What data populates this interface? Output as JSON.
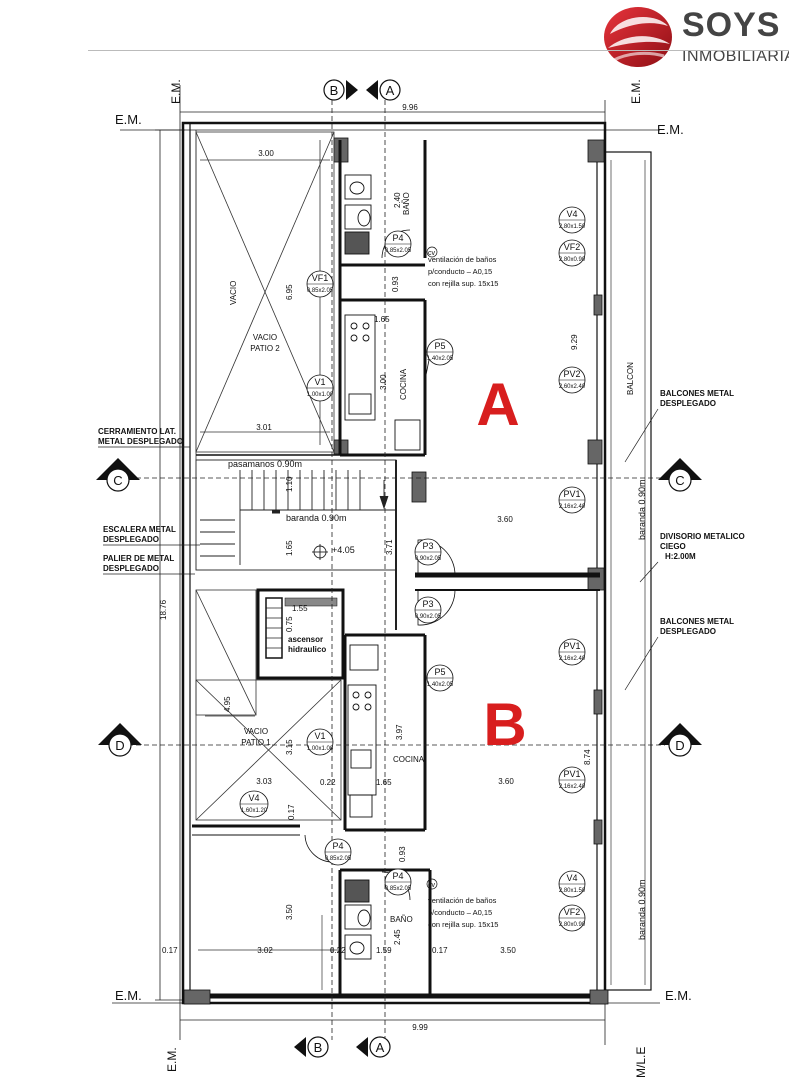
{
  "brand": {
    "name": "SOYS",
    "subtitle": "INMOBILIARIA",
    "color_primary": "#c8202a",
    "color_text": "#444444"
  },
  "units": {
    "a": "A",
    "b": "B",
    "color": "#d81e1e"
  },
  "section_markers": {
    "b": "B",
    "a": "A",
    "c": "C",
    "d": "D"
  },
  "labels": {
    "em": "E.M.",
    "ml": "M/L.E",
    "vacio": "VACIO",
    "vacio_patio2": "VACIO",
    "patio2": "PATIO 2",
    "vacio_patio1": "VACIO",
    "patio1": "PATIO 1",
    "bano_top": "BAÑO",
    "bano_bottom": "BAÑO",
    "cocina_top": "COCINA",
    "cocina_bottom": "COCINA",
    "balcon": "BALCON",
    "baranda_right_top": "baranda 0.90m",
    "baranda_right_bottom": "baranda 0.90m",
    "pasamanos": "pasamanos 0.90m",
    "baranda_stair": "baranda 0.90m",
    "level": "+4.05",
    "ascensor_1": "ascensor",
    "ascensor_2": "hidraulico",
    "vent_top_1": "ventilación de baños",
    "vent_top_2": "p/conducto – A0,15",
    "vent_top_3": "con rejilla sup. 15x15",
    "vent_bot_1": "ventilación de baños",
    "vent_bot_2": "p/conducto – A0,15",
    "vent_bot_3": "con rejilla sup. 15x15",
    "cv_top": "cv",
    "cv_bot": "cv",
    "cerr_1": "CERRAMIENTO LAT.",
    "cerr_2": "METAL DESPLEGADO",
    "esc_1": "ESCALERA METAL",
    "esc_2": "DESPLEGADO",
    "pal_1": "PALIER DE METAL",
    "pal_2": "DESPLEGADO",
    "balc_top_1": "BALCONES METAL",
    "balc_top_2": "DESPLEGADO",
    "div_1": "DIVISORIO METALICO",
    "div_2": "CIEGO",
    "div_3": "H:2.00M",
    "balc_bot_1": "BALCONES METAL",
    "balc_bot_2": "DESPLEGADO"
  },
  "dims": {
    "top_996": "9.96",
    "bottom_999": "9.99",
    "d300": "3.00",
    "d301": "3.01",
    "d695": "6.95",
    "d240": "2.40",
    "d093_top": "0.93",
    "d165_top": "1.65",
    "d300_cocina": "3.00",
    "d929": "9.29",
    "d110": "1.10",
    "d165_stair": "1.65",
    "d371": "3.71",
    "d360_top": "3.60",
    "d1876": "18.76",
    "d155": "1.55",
    "d075": "0.75",
    "d495": "4.95",
    "d315": "3.15",
    "d303": "3.03",
    "d022": "0.22",
    "d165_bot": "1.65",
    "d397": "3.97",
    "d360_bot": "3.60",
    "d874": "8.74",
    "d017_mid": "0.17",
    "d093_bot": "0.93",
    "d350_v": "3.50",
    "d245": "2.45",
    "d017_left": "0.17",
    "d302": "3.02",
    "d022b": "0.22",
    "d159": "1.59",
    "d017_right": "0.17",
    "d350_h": "3.50"
  },
  "openings": {
    "v4_top": [
      "V4",
      "2.80x1.50"
    ],
    "vf2_top": [
      "VF2",
      "2.80x0.90"
    ],
    "vf1": [
      "VF1",
      "0.85x2.05"
    ],
    "p4_top": [
      "P4",
      "0.85x2.05"
    ],
    "p5_top": [
      "P5",
      "1.40x2.05"
    ],
    "v1_top": [
      "V1",
      "1.00x1.00"
    ],
    "pv2": [
      "PV2",
      "2.60x2.40"
    ],
    "pv1_top": [
      "PV1",
      "2.16x2.40"
    ],
    "p3_top": [
      "P3",
      "0.90x2.05"
    ],
    "p3_bot": [
      "P3",
      "0.90x2.05"
    ],
    "pv1_mid": [
      "PV1",
      "2.16x2.40"
    ],
    "p5_bot": [
      "P5",
      "1.40x2.05"
    ],
    "v1_bot": [
      "V1",
      "1.00x1.00"
    ],
    "pv1_bot": [
      "PV1",
      "2.16x2.40"
    ],
    "v4_patio": [
      "V4",
      "1.60x1.20"
    ],
    "p4_bot_a": [
      "P4",
      "0.85x2.05"
    ],
    "p4_bot_b": [
      "P4",
      "0.85x2.05"
    ],
    "v4_bot": [
      "V4",
      "2.80x1.50"
    ],
    "vf2_bot": [
      "VF2",
      "2.80x0.90"
    ]
  }
}
